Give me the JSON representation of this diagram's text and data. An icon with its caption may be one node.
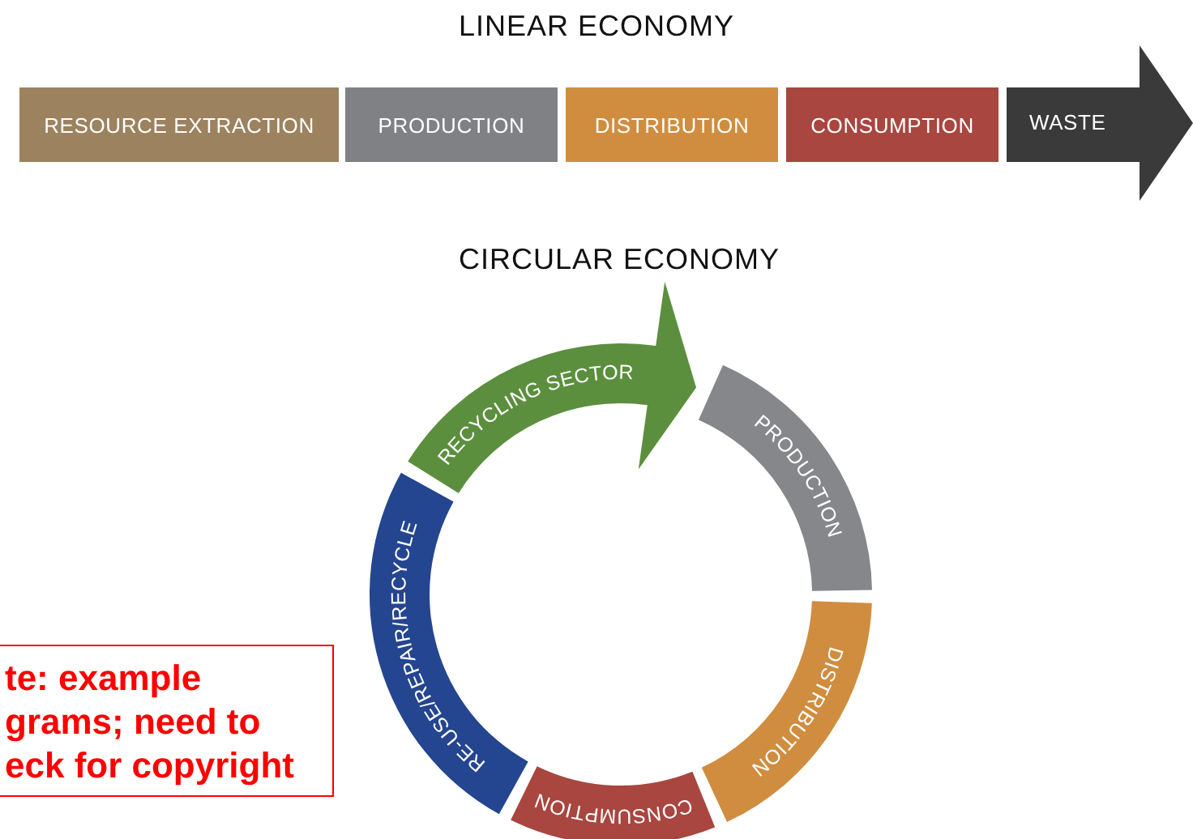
{
  "diagram": {
    "nodes": [
      {
        "text": [
          "RESOURCE EXTRACTION"
        ]
      },
      {
        "text": [
          "PRODUCTION"
        ]
      },
      {
        "text": [
          "DISTRIBUTION"
        ]
      },
      {
        "text": [
          "CONSUMPTION"
        ]
      },
      {
        "text": [
          "WASTE"
        ]
      },
      {
        "text": [
          "RECYCLING SECTOR"
        ]
      },
      {
        "text": [
          "PRODUCTION"
        ]
      },
      {
        "text": [
          "DISTRIBUTION"
        ]
      },
      {
        "text": [
          "CONSUMPTION"
        ]
      },
      {
        "text": [
          "RE-USE/REPAIR/RECYCLE"
        ]
      },
      {
        "text": [
          "te: example grams; need to eck for copyright"
        ]
      }
    ],
    "labels": [
      "LINEAR ECONOMY",
      "CIRCULAR ECONOMY"
    ]
  }
}
